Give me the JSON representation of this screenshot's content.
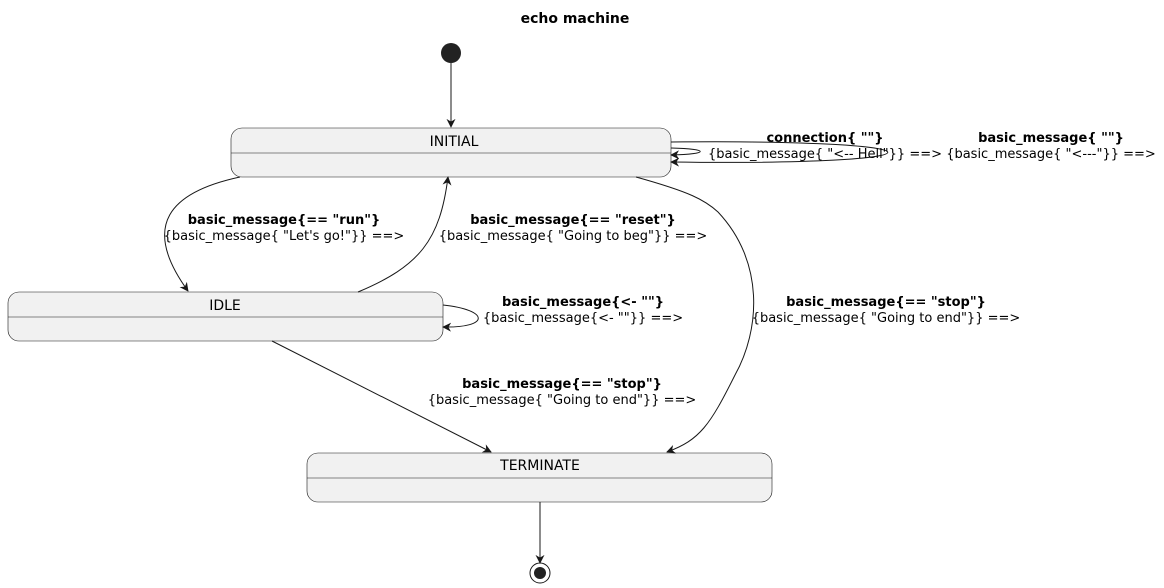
{
  "title": "echo machine",
  "states": {
    "initial": "INITIAL",
    "idle": "IDLE",
    "terminate": "TERMINATE"
  },
  "transitions": {
    "init_self_connection": {
      "trigger": "connection{ \"\"}",
      "action": "{basic_message{ \"<-- Hell\"}} ==>"
    },
    "init_self_message": {
      "trigger": "basic_message{ \"\"}",
      "action": "{basic_message{ \"<---\"}} ==>"
    },
    "init_to_idle": {
      "trigger": "basic_message{== \"run\"}",
      "action": "{basic_message{ \"Let's go!\"}} ==>"
    },
    "idle_to_init": {
      "trigger": "basic_message{== \"reset\"}",
      "action": "{basic_message{ \"Going to beg\"}} ==>"
    },
    "idle_self": {
      "trigger": "basic_message{<- \"\"}",
      "action": "{basic_message{<- \"\"}} ==>"
    },
    "init_to_terminate": {
      "trigger": "basic_message{== \"stop\"}",
      "action": "{basic_message{ \"Going to end\"}} ==>"
    },
    "idle_to_terminate": {
      "trigger": "basic_message{== \"stop\"}",
      "action": "{basic_message{ \"Going to end\"}} ==>"
    }
  },
  "colors": {
    "state_fill": "#f1f1f1",
    "line": "#181818",
    "initial_dot": "#222222"
  }
}
